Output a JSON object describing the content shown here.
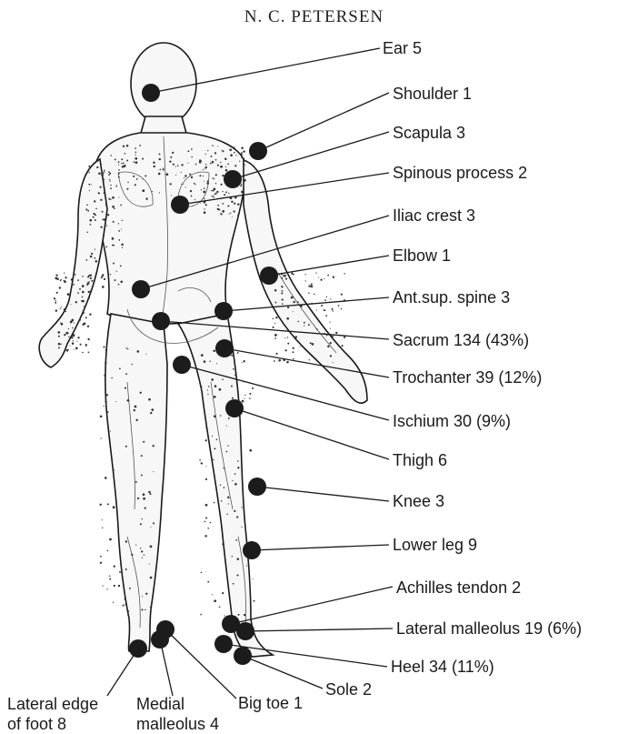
{
  "header": {
    "author": "N. C. PETERSEN"
  },
  "sites": [
    {
      "id": "ear",
      "label": "Ear 5"
    },
    {
      "id": "shoulder",
      "label": "Shoulder 1"
    },
    {
      "id": "scapula",
      "label": "Scapula  3"
    },
    {
      "id": "spinous",
      "label": "Spinous process 2"
    },
    {
      "id": "iliac",
      "label": "Iliac crest 3"
    },
    {
      "id": "elbow",
      "label": "Elbow 1"
    },
    {
      "id": "antsup",
      "label": "Ant.sup. spine 3"
    },
    {
      "id": "sacrum",
      "label": "Sacrum 134 (43%)"
    },
    {
      "id": "trochanter",
      "label": "Trochanter 39 (12%)"
    },
    {
      "id": "ischium",
      "label": "Ischium 30 (9%)"
    },
    {
      "id": "thigh",
      "label": "Thigh 6"
    },
    {
      "id": "knee",
      "label": "Knee 3"
    },
    {
      "id": "lowerleg",
      "label": "Lower leg  9"
    },
    {
      "id": "achilles",
      "label": "Achilles tendon 2"
    },
    {
      "id": "latmall",
      "label": "Lateral malleolus 19 (6%)"
    },
    {
      "id": "heel",
      "label": "Heel 34 (11%)"
    },
    {
      "id": "sole",
      "label": "Sole 2"
    },
    {
      "id": "bigtoe",
      "label": "Big toe 1"
    }
  ],
  "bottom_labels": {
    "lateral_edge": {
      "line1": "Lateral edge",
      "line2": "of foot 8"
    },
    "medial_malleolus": {
      "line1": "Medial",
      "line2": "malleolus 4"
    }
  }
}
